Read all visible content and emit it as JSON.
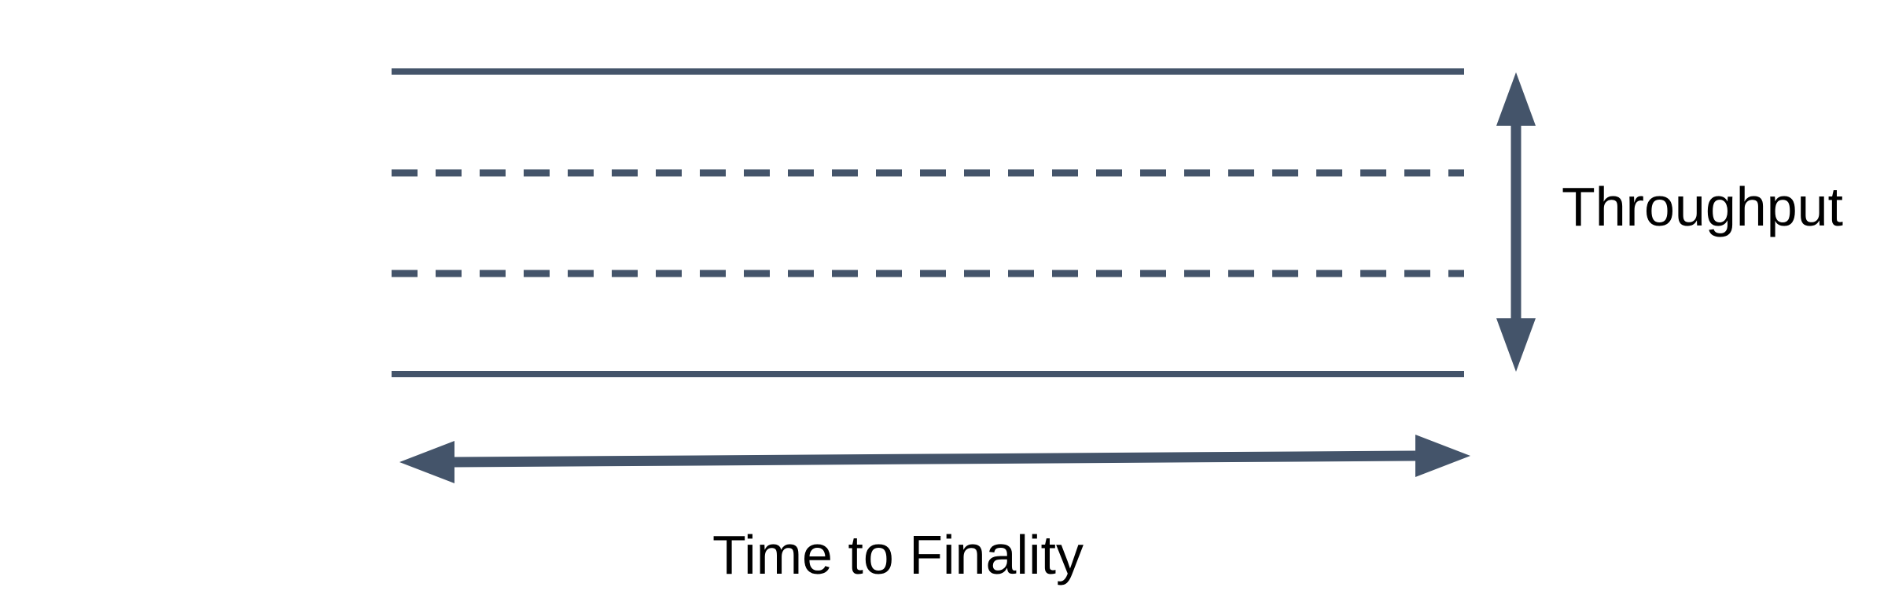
{
  "diagram": {
    "labels": {
      "throughput": "Throughput",
      "time_to_finality": "Time to Finality"
    },
    "colors": {
      "accent": "#44546A",
      "text": "#000000",
      "background": "#FFFFFF"
    },
    "elements": {
      "band_lines": [
        "solid-top",
        "dashed-upper",
        "dashed-lower",
        "solid-bottom"
      ],
      "arrows": [
        "throughput-vertical-double-arrow",
        "time-to-finality-horizontal-double-arrow"
      ]
    }
  }
}
